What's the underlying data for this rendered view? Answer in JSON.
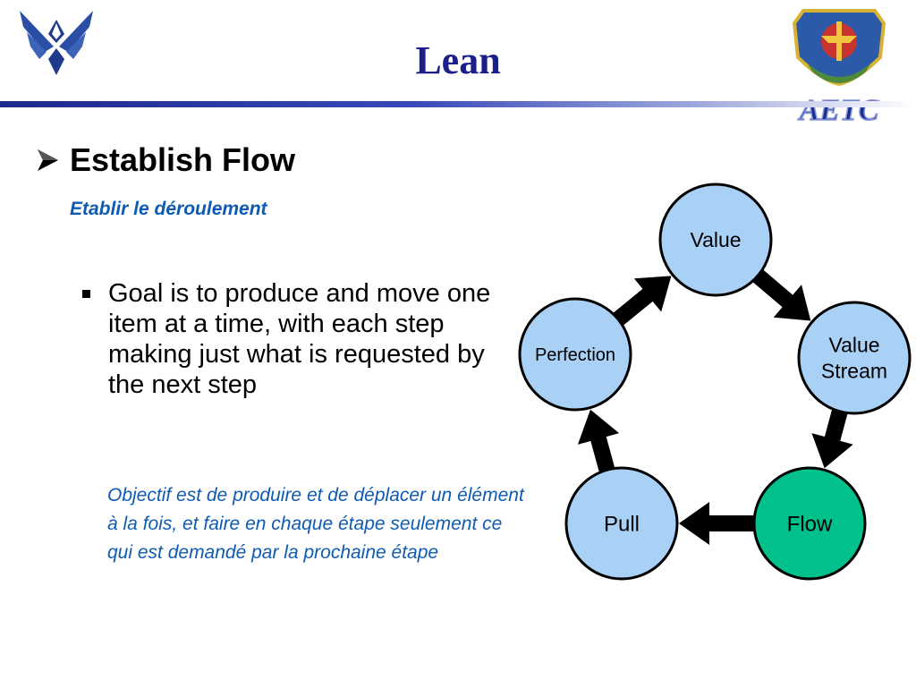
{
  "slide": {
    "title": "Lean",
    "logo_right_text": "AETC"
  },
  "content": {
    "heading": "Establish Flow",
    "heading_fr": "Etablir le déroulement",
    "bullet": "Goal is to produce and move one item at a time, with each step making just what is requested by the next step",
    "bullet_fr": "Objectif est de produire et de déplacer un élément à la fois, et faire en chaque étape seulement ce qui est demandé par la prochaine étape"
  },
  "diagram": {
    "nodes": [
      {
        "id": "value",
        "label": [
          "Value"
        ],
        "highlight": false
      },
      {
        "id": "value-stream",
        "label": [
          "Value",
          "Stream"
        ],
        "highlight": false
      },
      {
        "id": "flow",
        "label": [
          "Flow"
        ],
        "highlight": true
      },
      {
        "id": "pull",
        "label": [
          "Pull"
        ],
        "highlight": false
      },
      {
        "id": "perfection",
        "label": [
          "Perfection"
        ],
        "highlight": false
      }
    ],
    "colors": {
      "node_fill": "#a9d0f5",
      "node_highlight_fill": "#00c08b",
      "node_stroke": "#000000",
      "arrow": "#000000"
    }
  }
}
